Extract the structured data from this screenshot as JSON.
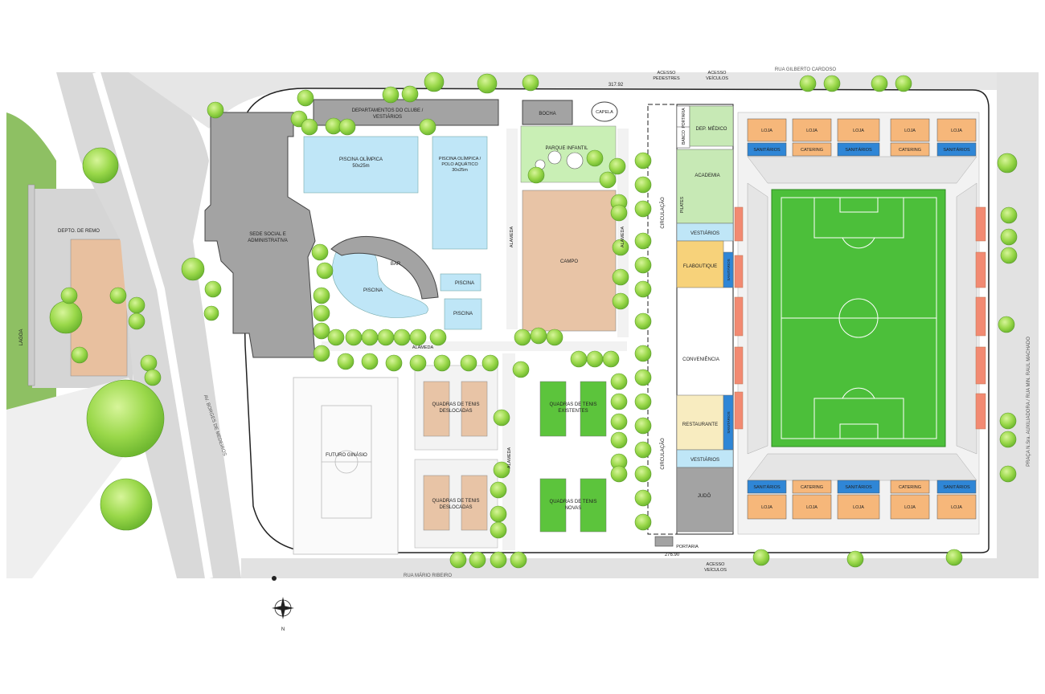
{
  "streets": {
    "gilberto": "RUA GILBERTO CARDOSO",
    "mario_ribeiro": "RUA MÁRIO RIBEIRO",
    "borges": "AV. BORGES DE MEDEIROS",
    "praca": "PRAÇA N.Sra. AUXILIADORA / RUA MIN. RAUL MACHADO"
  },
  "access": {
    "pedestres": [
      "ACESSO",
      "PEDESTRES"
    ],
    "veiculos_top": [
      "ACESSO",
      "VEÍCULOS"
    ],
    "veiculos_bottom": [
      "ACESSO",
      "VEÍCULOS"
    ]
  },
  "dimensions": {
    "top": "317.92",
    "bottom": "276.90"
  },
  "labels": {
    "lagoa": "LAGOA",
    "remo": "DEPTO. DE REMO",
    "departamentos": [
      "DEPARTAMENTOS DO CLUBE /",
      "VESTIÁRIOS"
    ],
    "bocha": "BOCHA",
    "capela": "CAPELA",
    "parque": "PARQUE INFANTIL",
    "piscina_olimpica": [
      "PISCINA OLÍMPICA",
      "50x25m"
    ],
    "polo": [
      "PISCINA OLÍMPICA /",
      "POLO AQUÁTICO",
      "30x25m"
    ],
    "sede": [
      "SEDE SOCIAL E",
      "ADMINISTRATIVA"
    ],
    "bar": "BAR",
    "piscina": "PISCINA",
    "piscina2": "PISCINA",
    "piscina3": "PISCINA",
    "campo": "CAMPO",
    "alameda1": "ALAMEDA",
    "alameda2": "ALAMEDA",
    "alameda3": "ALAMEDA",
    "alameda4": "ALAMEDA",
    "quadras_deslocadas1": [
      "QUADRAS DE TENIS",
      "DESLOCADAS"
    ],
    "quadras_deslocadas2": [
      "QUADRAS DE TENIS",
      "DESLOCADAS"
    ],
    "quadras_existentes": [
      "QUADRAS DE TENIS",
      "EXISTENTES"
    ],
    "quadras_novas": [
      "QUADRAS DE TENIS",
      "NOVAS"
    ],
    "ginasio": "FUTURO GINÁSIO",
    "circulacao1": "CIRCULAÇÃO",
    "circulacao2": "CIRCULAÇÃO",
    "portaria_top": "PORTARIA",
    "portaria_bottom": "PORTARIA",
    "banco": "BANCO",
    "dep_medico": "DEP. MÉDICO",
    "academia": "ACADEMIA",
    "pilates": "PILATES",
    "vestiarios1": "VESTIÁRIOS",
    "flaboutique": "FLABOUTIQUE",
    "sanitarios_v1": "SANITÁRIOS",
    "conveniencia": "CONVENIÊNCIA",
    "restaurante": "RESTAURANTE",
    "sanitarios_v2": "SANITÁRIOS",
    "vestiarios2": "VESTIÁRIOS",
    "judo": "JUDÔ",
    "loja": "LOJA",
    "sanitarios": "SANITÁRIOS",
    "catering": "CATERING",
    "north": "N"
  },
  "colors": {
    "pitch": "#4cbf3a",
    "pool": "#bfe6f7",
    "building": "#a3a3a3",
    "clay": "#e8c4a6",
    "hardcourt": "#5cc43c",
    "loja": "#f6b77a",
    "sanitarios": "#2f86d6",
    "seat_red": "#f28a72",
    "academia": "#c7e9b5",
    "flaboutique": "#f7d27a",
    "restaurante": "#f8ecc0",
    "tree": "#9ad84a"
  }
}
